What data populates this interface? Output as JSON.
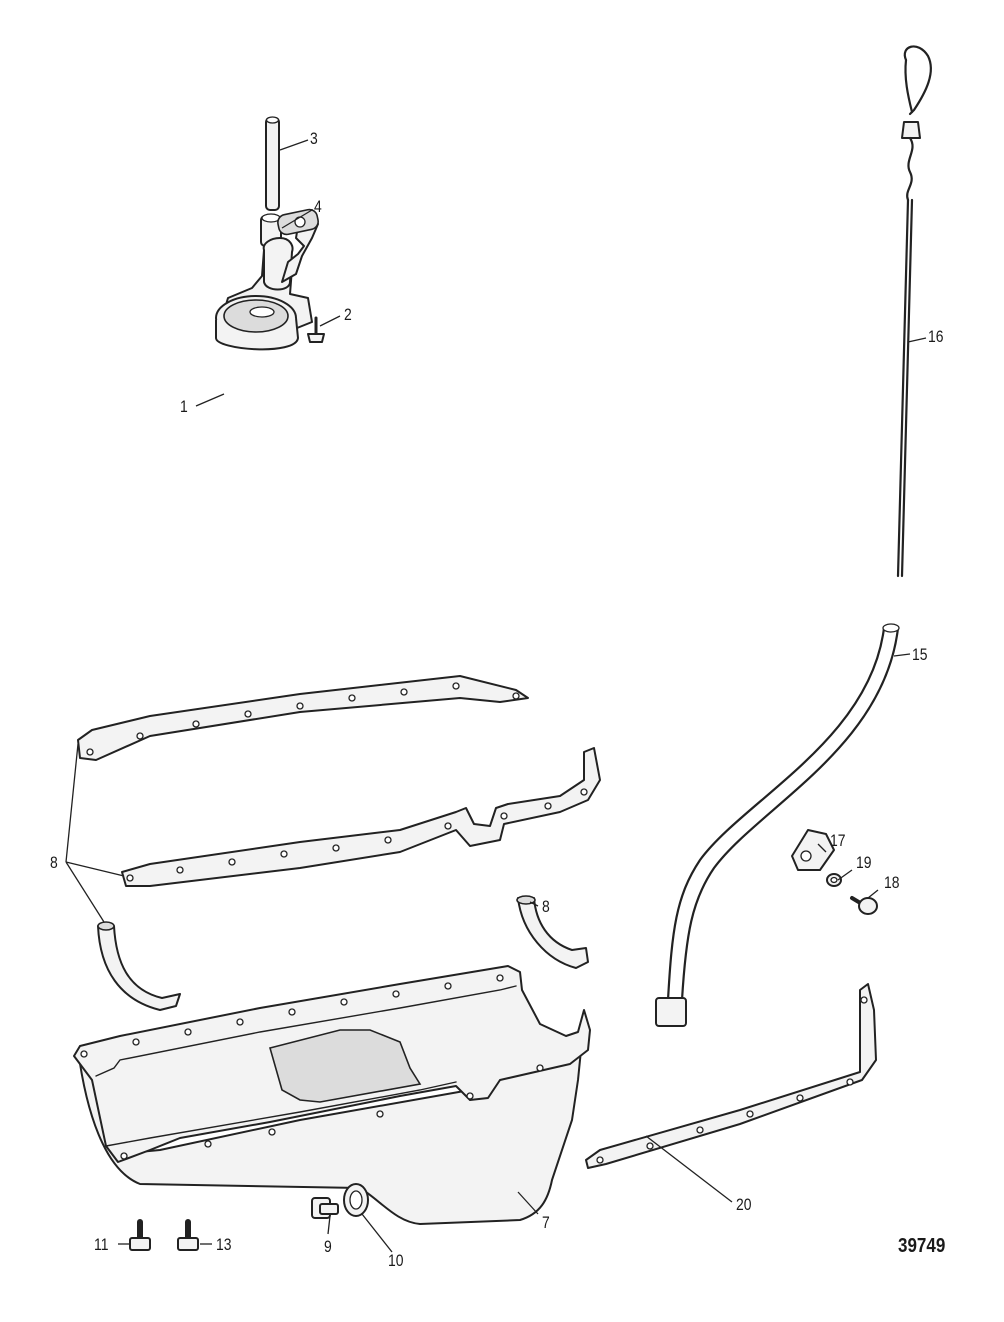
{
  "figure_id": "39749",
  "callouts": {
    "c1": "1",
    "c2": "2",
    "c3": "3",
    "c4": "4",
    "c7": "7",
    "c8a": "8",
    "c8b": "8",
    "c9": "9",
    "c10": "10",
    "c11": "11",
    "c13": "13",
    "c15": "15",
    "c16": "16",
    "c17": "17",
    "c18": "18",
    "c19": "19",
    "c20": "20"
  }
}
